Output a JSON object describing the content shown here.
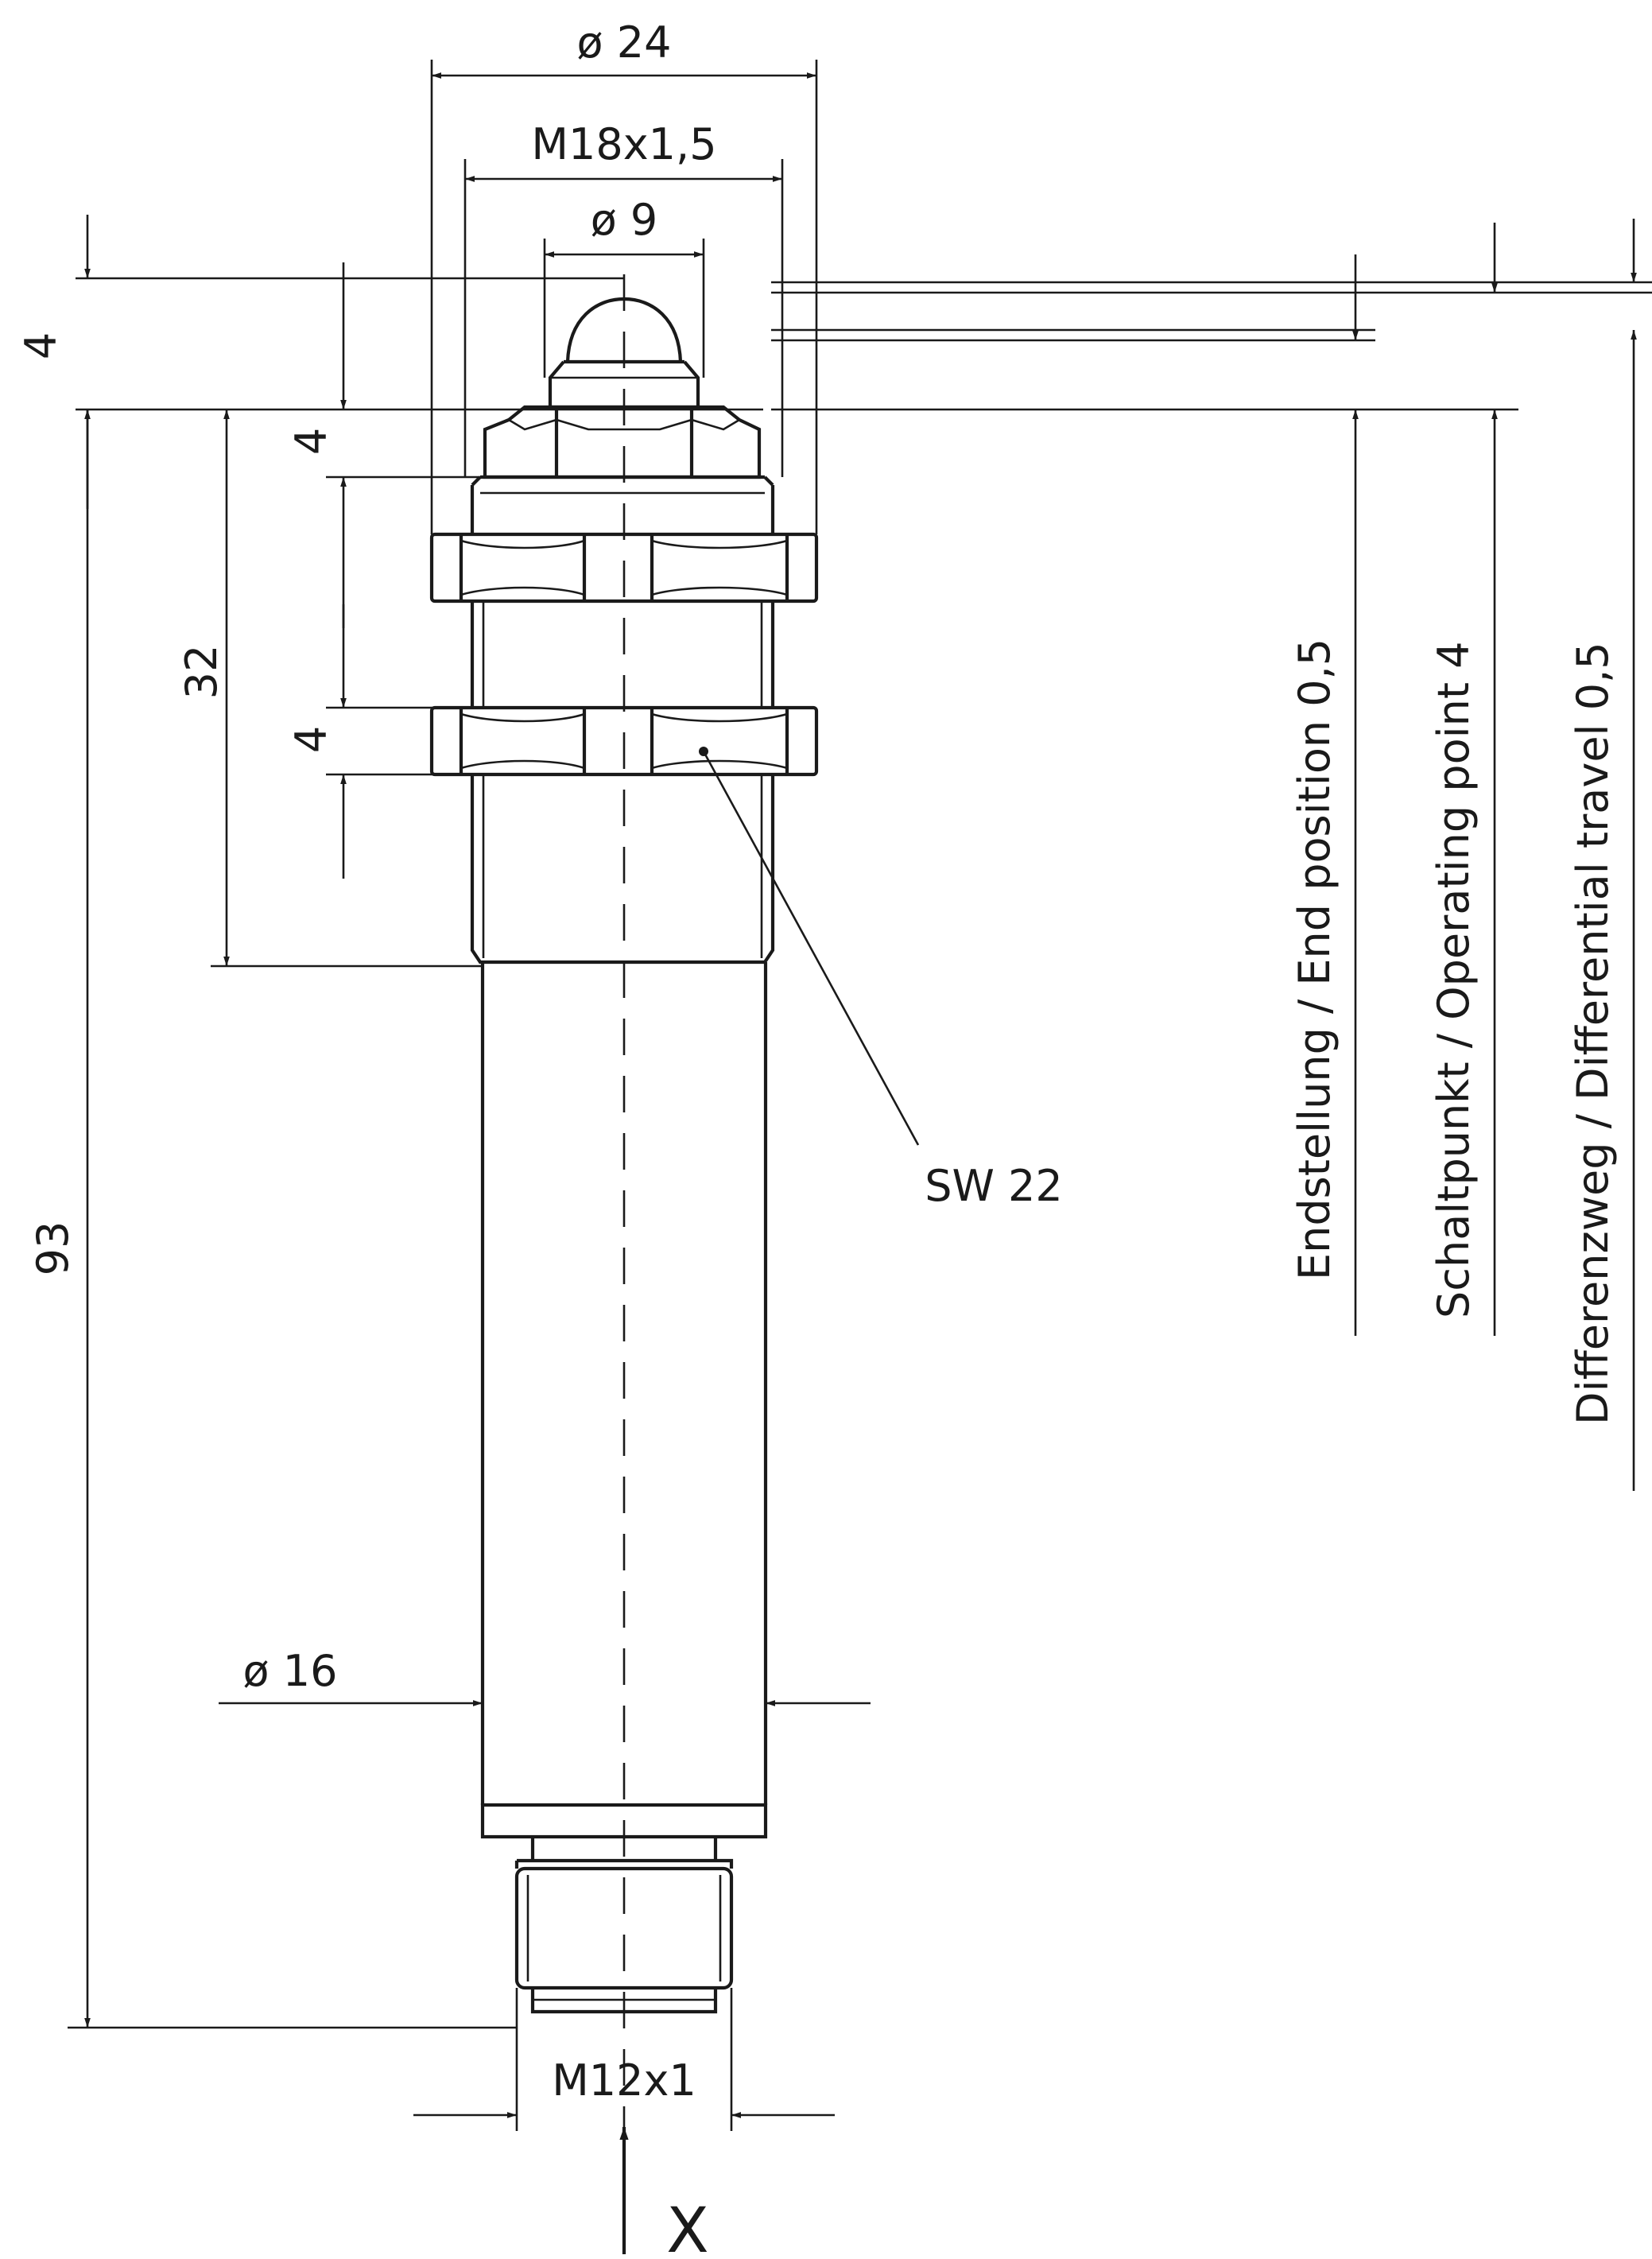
{
  "dimensions": {
    "dia_24": "ø 24",
    "thread_m18": "M18x1,5",
    "dia_9": "ø 9",
    "dim_4_top": "4",
    "dim_4_upper": "4",
    "dim_32": "32",
    "dim_4_nut": "4",
    "dim_93": "93",
    "dia_16": "ø 16",
    "thread_m12": "M12x1"
  },
  "annotations": {
    "wrench_size": "SW 22",
    "actuation_direction": "X"
  },
  "travel_labels": {
    "end_position": "Endstellung / End position 0,5",
    "operating_point": "Schaltpunkt / Operating point 4",
    "differential_travel": "Differenzweg / Differential travel 0,5"
  }
}
